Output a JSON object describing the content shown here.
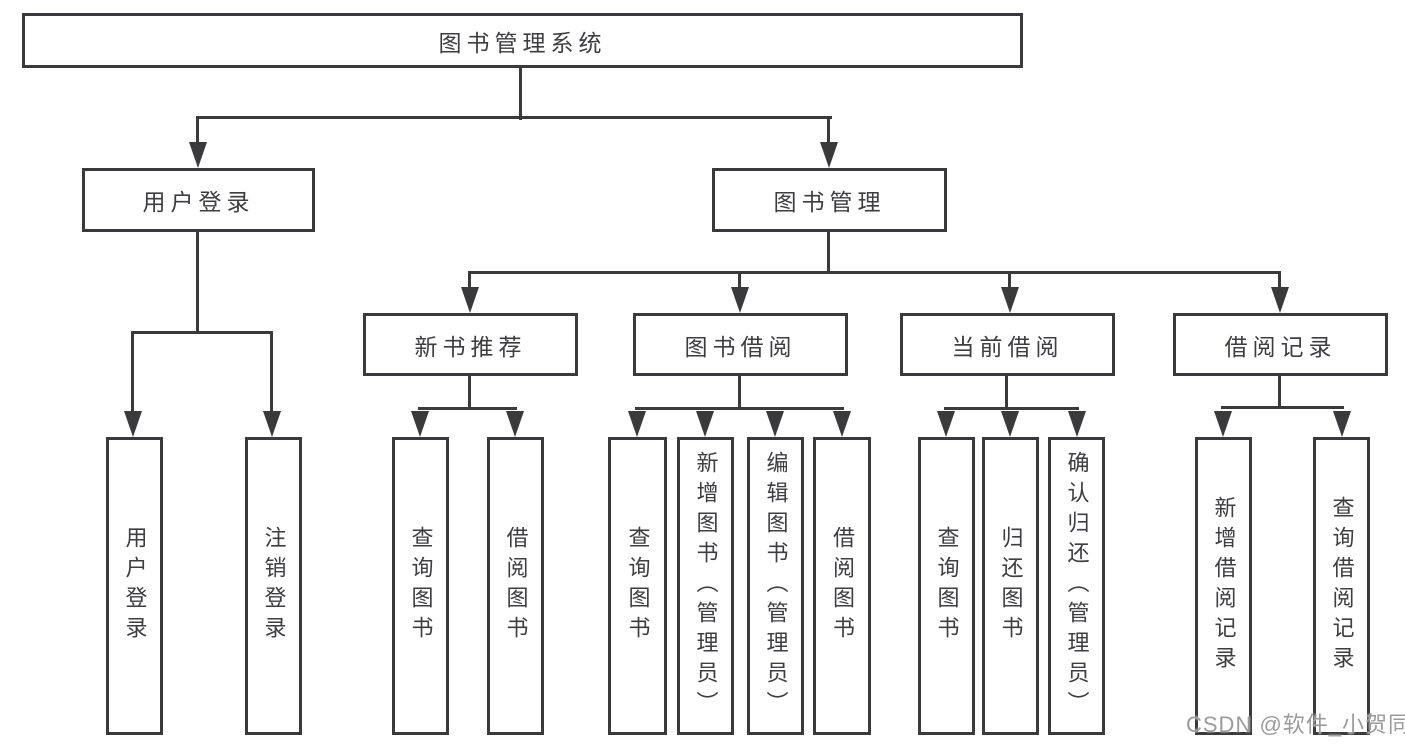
{
  "diagram": {
    "type": "tree",
    "root": {
      "label": "图书管理系统"
    },
    "branches": [
      {
        "label": "用户登录",
        "children": [
          {
            "label": "用户登录"
          },
          {
            "label": "注销登录"
          }
        ]
      },
      {
        "label": "图书管理",
        "children": [
          {
            "label": "新书推荐",
            "children": [
              {
                "label": "查询图书"
              },
              {
                "label": "借阅图书"
              }
            ]
          },
          {
            "label": "图书借阅",
            "children": [
              {
                "label": "查询图书"
              },
              {
                "label": "新增图书（管理员）"
              },
              {
                "label": "编辑图书（管理员）"
              },
              {
                "label": "借阅图书"
              }
            ]
          },
          {
            "label": "当前借阅",
            "children": [
              {
                "label": "查询图书"
              },
              {
                "label": "归还图书"
              },
              {
                "label": "确认归还（管理员）"
              }
            ]
          },
          {
            "label": "借阅记录",
            "children": [
              {
                "label": "新增借阅记录"
              },
              {
                "label": "查询借阅记录"
              }
            ]
          }
        ]
      }
    ]
  },
  "watermark": {
    "text": "CSDN @软件_小贺同学"
  },
  "colors": {
    "line": "#3a3a3c",
    "text": "#3d3d42",
    "watermark": "#9b9b9b",
    "background": "#ffffff"
  }
}
